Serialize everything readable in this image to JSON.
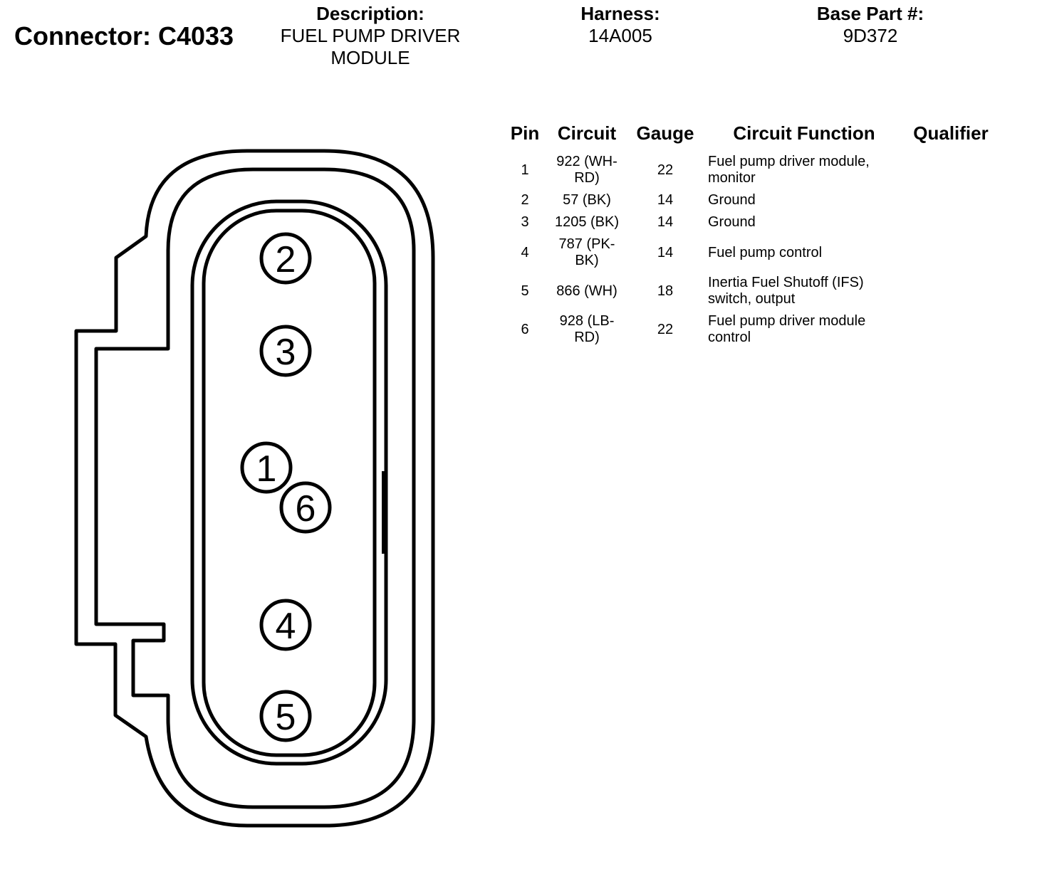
{
  "header": {
    "connector_label": "Connector: C4033",
    "description_label": "Description:",
    "description_line1": "FUEL PUMP DRIVER",
    "description_line2": "MODULE",
    "harness_label": "Harness:",
    "harness_value": "14A005",
    "base_part_label": "Base Part #:",
    "base_part_value": "9D372"
  },
  "diagram": {
    "pins": [
      "2",
      "3",
      "1",
      "6",
      "4",
      "5"
    ]
  },
  "table": {
    "headers": {
      "pin": "Pin",
      "circuit": "Circuit",
      "gauge": "Gauge",
      "function": "Circuit Function",
      "qualifier": "Qualifier"
    },
    "rows": [
      {
        "pin": "1",
        "circuit_l1": "922 (WH-",
        "circuit_l2": "RD)",
        "gauge": "22",
        "func_l1": "Fuel pump driver module,",
        "func_l2": "monitor",
        "qualifier": ""
      },
      {
        "pin": "2",
        "circuit_l1": "57 (BK)",
        "circuit_l2": "",
        "gauge": "14",
        "func_l1": "Ground",
        "func_l2": "",
        "qualifier": ""
      },
      {
        "pin": "3",
        "circuit_l1": "1205 (BK)",
        "circuit_l2": "",
        "gauge": "14",
        "func_l1": "Ground",
        "func_l2": "",
        "qualifier": ""
      },
      {
        "pin": "4",
        "circuit_l1": "787 (PK-",
        "circuit_l2": "BK)",
        "gauge": "14",
        "func_l1": "Fuel pump control",
        "func_l2": "",
        "qualifier": ""
      },
      {
        "pin": "5",
        "circuit_l1": "866 (WH)",
        "circuit_l2": "",
        "gauge": "18",
        "func_l1": "Inertia Fuel Shutoff (IFS)",
        "func_l2": "switch, output",
        "qualifier": ""
      },
      {
        "pin": "6",
        "circuit_l1": "928 (LB-",
        "circuit_l2": "RD)",
        "gauge": "22",
        "func_l1": "Fuel pump driver module",
        "func_l2": "control",
        "qualifier": ""
      }
    ]
  }
}
